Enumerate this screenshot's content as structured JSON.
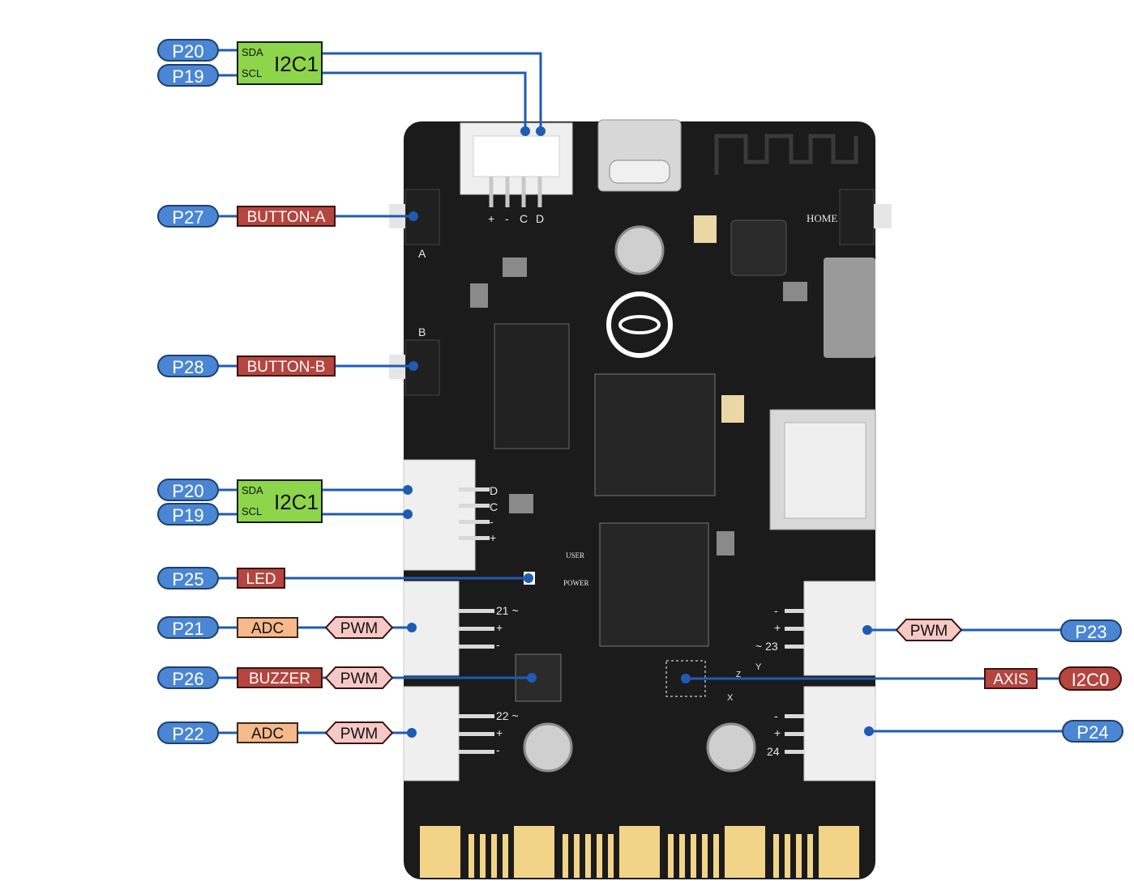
{
  "colors": {
    "pin_blue": "#4a86d3",
    "function_red": "#b5453f",
    "adc_orange": "#f5b98b",
    "pwm_pink": "#f7c9c6",
    "i2c_green": "#8dd54b",
    "wire": "#1f5bb5",
    "board": "#1b1b1b",
    "gold": "#f1d488"
  },
  "top_i2c": {
    "pin_sda": "P20",
    "pin_scl": "P19",
    "sda": "SDA",
    "scl": "SCL",
    "name": "I2C1"
  },
  "button_a": {
    "pin": "P27",
    "label": "BUTTON-A"
  },
  "button_b": {
    "pin": "P28",
    "label": "BUTTON-B"
  },
  "side_i2c": {
    "pin_sda": "P20",
    "pin_scl": "P19",
    "sda": "SDA",
    "scl": "SCL",
    "name": "I2C1"
  },
  "led": {
    "pin": "P25",
    "label": "LED"
  },
  "p21": {
    "pin": "P21",
    "adc": "ADC",
    "pwm": "PWM"
  },
  "buzzer": {
    "pin": "P26",
    "label": "BUZZER",
    "pwm": "PWM"
  },
  "p22": {
    "pin": "P22",
    "adc": "ADC",
    "pwm": "PWM"
  },
  "p23": {
    "pin": "P23",
    "pwm": "PWM"
  },
  "axis": {
    "label": "AXIS",
    "bus": "I2C0"
  },
  "p24": {
    "pin": "P24"
  },
  "silkscreen": {
    "top_connector": [
      "+",
      "-",
      "C",
      "D"
    ],
    "button_a": "A",
    "button_b": "B",
    "home": "HOME",
    "side_connector": [
      "D",
      "C",
      "-",
      "+"
    ],
    "user": "USER",
    "power": "POWER",
    "port21": [
      "21 ~",
      "+",
      "-"
    ],
    "port22": [
      "22 ~",
      "+",
      "-"
    ],
    "port23": [
      "-",
      "+",
      "~ 23"
    ],
    "port24": [
      "-",
      "+",
      "24"
    ],
    "axis_y": "Y",
    "axis_z": "Z",
    "axis_x": "X"
  }
}
